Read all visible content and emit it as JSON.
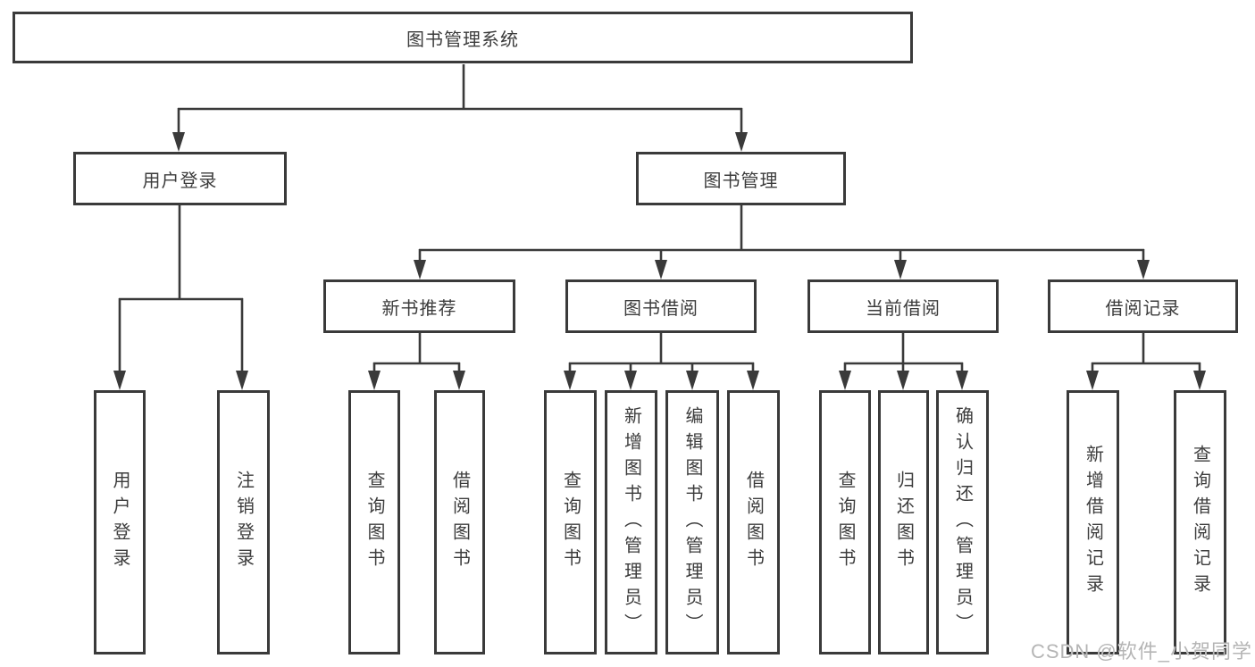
{
  "diagram": {
    "root": {
      "label": "图书管理系统"
    },
    "branches": [
      {
        "label": "用户登录",
        "children": [
          {
            "label": "用户登录"
          },
          {
            "label": "注销登录"
          }
        ]
      },
      {
        "label": "图书管理",
        "groups": [
          {
            "label": "新书推荐",
            "children": [
              {
                "label": "查询图书"
              },
              {
                "label": "借阅图书"
              }
            ]
          },
          {
            "label": "图书借阅",
            "children": [
              {
                "label": "查询图书"
              },
              {
                "label": "新增图书（管理员）"
              },
              {
                "label": "编辑图书（管理员）"
              },
              {
                "label": "借阅图书"
              }
            ]
          },
          {
            "label": "当前借阅",
            "children": [
              {
                "label": "查询图书"
              },
              {
                "label": "归还图书"
              },
              {
                "label": "确认归还（管理员）"
              }
            ]
          },
          {
            "label": "借阅记录",
            "children": [
              {
                "label": "新增借阅记录"
              },
              {
                "label": "查询借阅记录"
              }
            ]
          }
        ]
      }
    ]
  },
  "watermark": {
    "text": "CSDN @软件_小贺同学",
    "color": "#b5b5b5"
  },
  "colors": {
    "line": "#3a3a3a",
    "text": "#3c3c3c",
    "background": "#ffffff"
  }
}
